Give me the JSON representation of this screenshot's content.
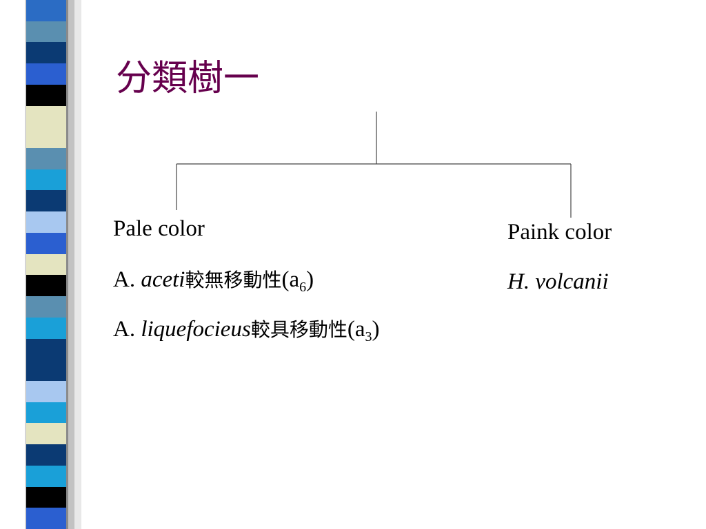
{
  "slide": {
    "title": "分類樹一",
    "title_color": "#66004d"
  },
  "stripe_colors": [
    "#2b6cc4",
    "#5a8fb0",
    "#0b3a73",
    "#2b5fd0",
    "#000000",
    "#e4e4c0",
    "#e4e4c0",
    "#5a8fb0",
    "#1aa0d8",
    "#0b3a73",
    "#a8c8f0",
    "#2b5fd0",
    "#e4e4c0",
    "#000000",
    "#5a8fb0",
    "#1aa0d8",
    "#0b3a73",
    "#0b3a73",
    "#a8c8f0",
    "#1aa0d8",
    "#e4e4c0",
    "#0b3a73",
    "#1aa0d8",
    "#000000",
    "#2b5fd0"
  ],
  "tree": {
    "left": {
      "head": "Pale color",
      "species": [
        {
          "genus": "A.",
          "epithet": "aceti",
          "trait": "較無移動性",
          "code_open": "(a",
          "code_sub": "6",
          "code_close": ")"
        },
        {
          "genus": "A.",
          "epithet": "liquefocieus",
          "trait": "較具移動性",
          "code_open": "(a",
          "code_sub": "3",
          "code_close": ")"
        }
      ]
    },
    "right": {
      "head": "Paink color",
      "species": [
        {
          "genus": "H.",
          "epithet": "volcanii"
        }
      ]
    }
  }
}
